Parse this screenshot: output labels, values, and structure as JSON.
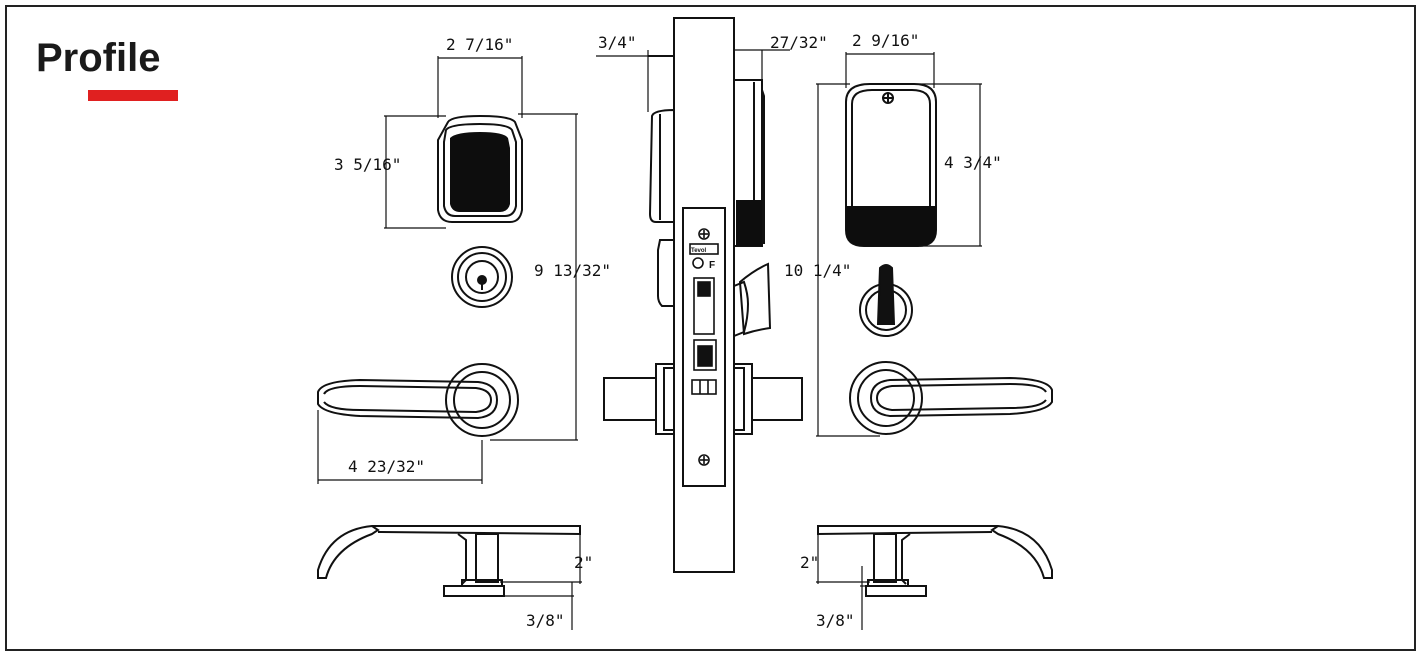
{
  "header": {
    "title": "Profile",
    "accent_color": "#e02020"
  },
  "dimensions": {
    "keypad_width": "2 7/16\"",
    "keypad_height": "3 5/16\"",
    "outside_overall_height": "9 13/32\"",
    "outside_lever_length": "4 23/32\"",
    "rose_projection": "3/4\"",
    "rose_projection_inside": "27/32\"",
    "inside_cover_width": "2 9/16\"",
    "inside_cover_height": "4 3/4\"",
    "inside_overall_height": "10 1/4\"",
    "lever_projection_left": "2\"",
    "rose_thickness_left": "3/8\"",
    "lever_projection_right": "2\"",
    "rose_thickness_right": "3/8\""
  },
  "faceplate": {
    "brand_mark": "Tevol",
    "rating_mark": "F"
  },
  "colors": {
    "line": "#111111",
    "fill_dark": "#0d0d0d",
    "frame": "#222222"
  }
}
